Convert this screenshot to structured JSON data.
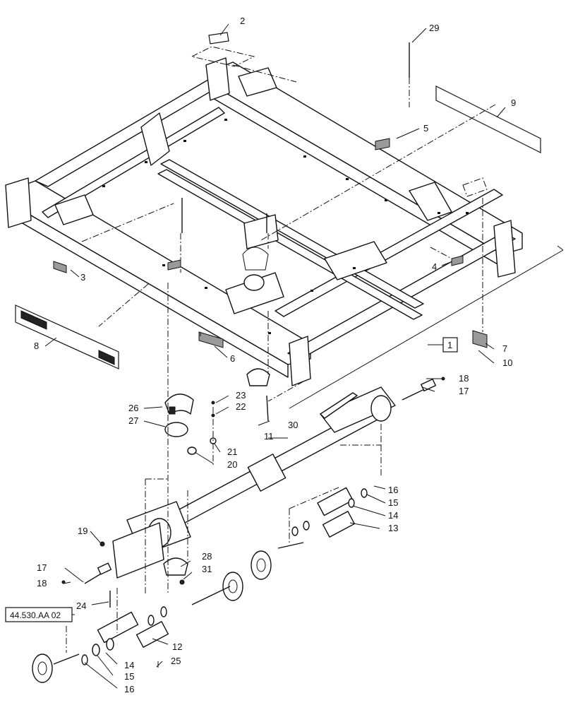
{
  "diagram": {
    "callouts": {
      "c1": "1",
      "c2": "2",
      "c3": "3",
      "c4": "4",
      "c5": "5",
      "c6": "6",
      "c7": "7",
      "c8": "8",
      "c9": "9",
      "c10": "10",
      "c11": "11",
      "c12": "12",
      "c13": "13",
      "c14a": "14",
      "c14b": "14",
      "c15a": "15",
      "c15b": "15",
      "c16a": "16",
      "c16b": "16",
      "c17a": "17",
      "c17b": "17",
      "c18a": "18",
      "c18b": "18",
      "c19": "19",
      "c20": "20",
      "c21": "21",
      "c22": "22",
      "c23": "23",
      "c24": "24",
      "c25": "25",
      "c26": "26",
      "c27": "27",
      "c28": "28",
      "c29": "29",
      "c30": "30",
      "c31": "31"
    },
    "reference_box": "44.530.AA 02",
    "assembly_box": "1"
  }
}
